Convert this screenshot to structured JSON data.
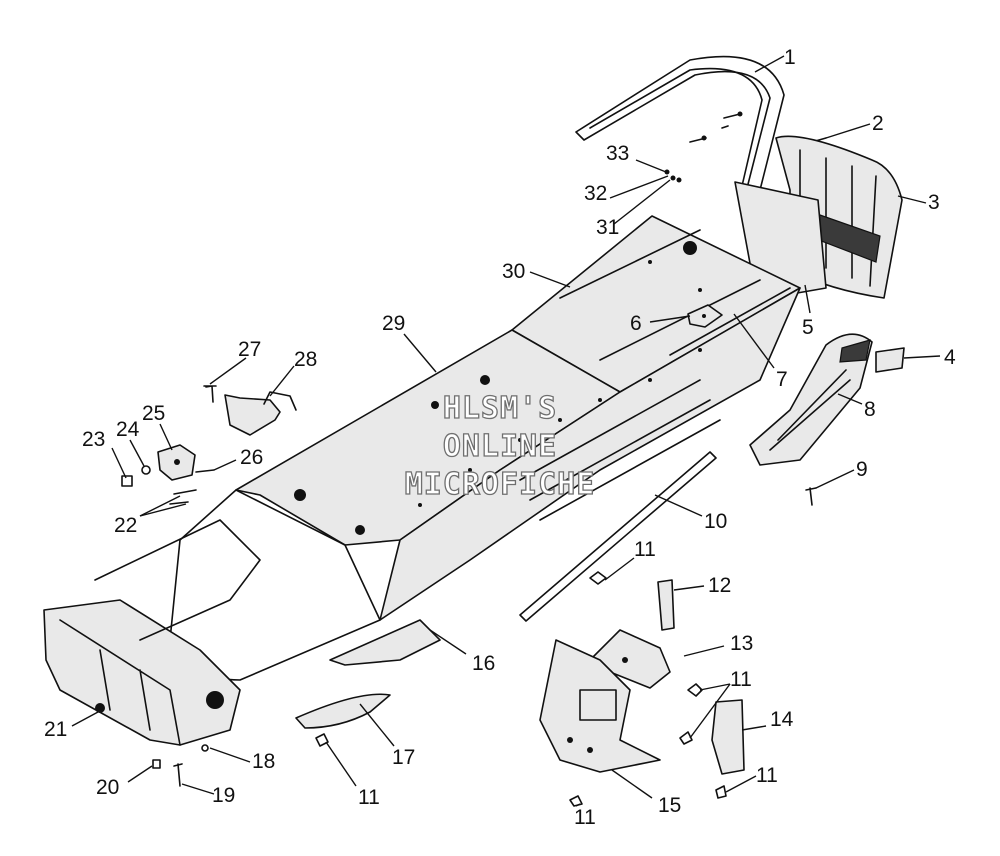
{
  "watermark": {
    "line1": "HLSM'S",
    "line2": "ONLINE",
    "line3": "MICROFICHE"
  },
  "callouts": [
    {
      "id": "c1",
      "label": "1"
    },
    {
      "id": "c2",
      "label": "2"
    },
    {
      "id": "c3",
      "label": "3"
    },
    {
      "id": "c4",
      "label": "4"
    },
    {
      "id": "c5",
      "label": "5"
    },
    {
      "id": "c6",
      "label": "6"
    },
    {
      "id": "c7",
      "label": "7"
    },
    {
      "id": "c8",
      "label": "8"
    },
    {
      "id": "c9",
      "label": "9"
    },
    {
      "id": "c10",
      "label": "10"
    },
    {
      "id": "c11a",
      "label": "11"
    },
    {
      "id": "c11b",
      "label": "11"
    },
    {
      "id": "c11c",
      "label": "11"
    },
    {
      "id": "c11d",
      "label": "11"
    },
    {
      "id": "c11e",
      "label": "11"
    },
    {
      "id": "c11f",
      "label": "11"
    },
    {
      "id": "c12",
      "label": "12"
    },
    {
      "id": "c13",
      "label": "13"
    },
    {
      "id": "c14",
      "label": "14"
    },
    {
      "id": "c15",
      "label": "15"
    },
    {
      "id": "c16",
      "label": "16"
    },
    {
      "id": "c17",
      "label": "17"
    },
    {
      "id": "c18",
      "label": "18"
    },
    {
      "id": "c19",
      "label": "19"
    },
    {
      "id": "c20",
      "label": "20"
    },
    {
      "id": "c21",
      "label": "21"
    },
    {
      "id": "c22",
      "label": "22"
    },
    {
      "id": "c23",
      "label": "23"
    },
    {
      "id": "c24",
      "label": "24"
    },
    {
      "id": "c25",
      "label": "25"
    },
    {
      "id": "c26",
      "label": "26"
    },
    {
      "id": "c27",
      "label": "27"
    },
    {
      "id": "c28",
      "label": "28"
    },
    {
      "id": "c29",
      "label": "29"
    },
    {
      "id": "c30",
      "label": "30"
    },
    {
      "id": "c31",
      "label": "31"
    },
    {
      "id": "c32",
      "label": "32"
    },
    {
      "id": "c33",
      "label": "33"
    }
  ]
}
